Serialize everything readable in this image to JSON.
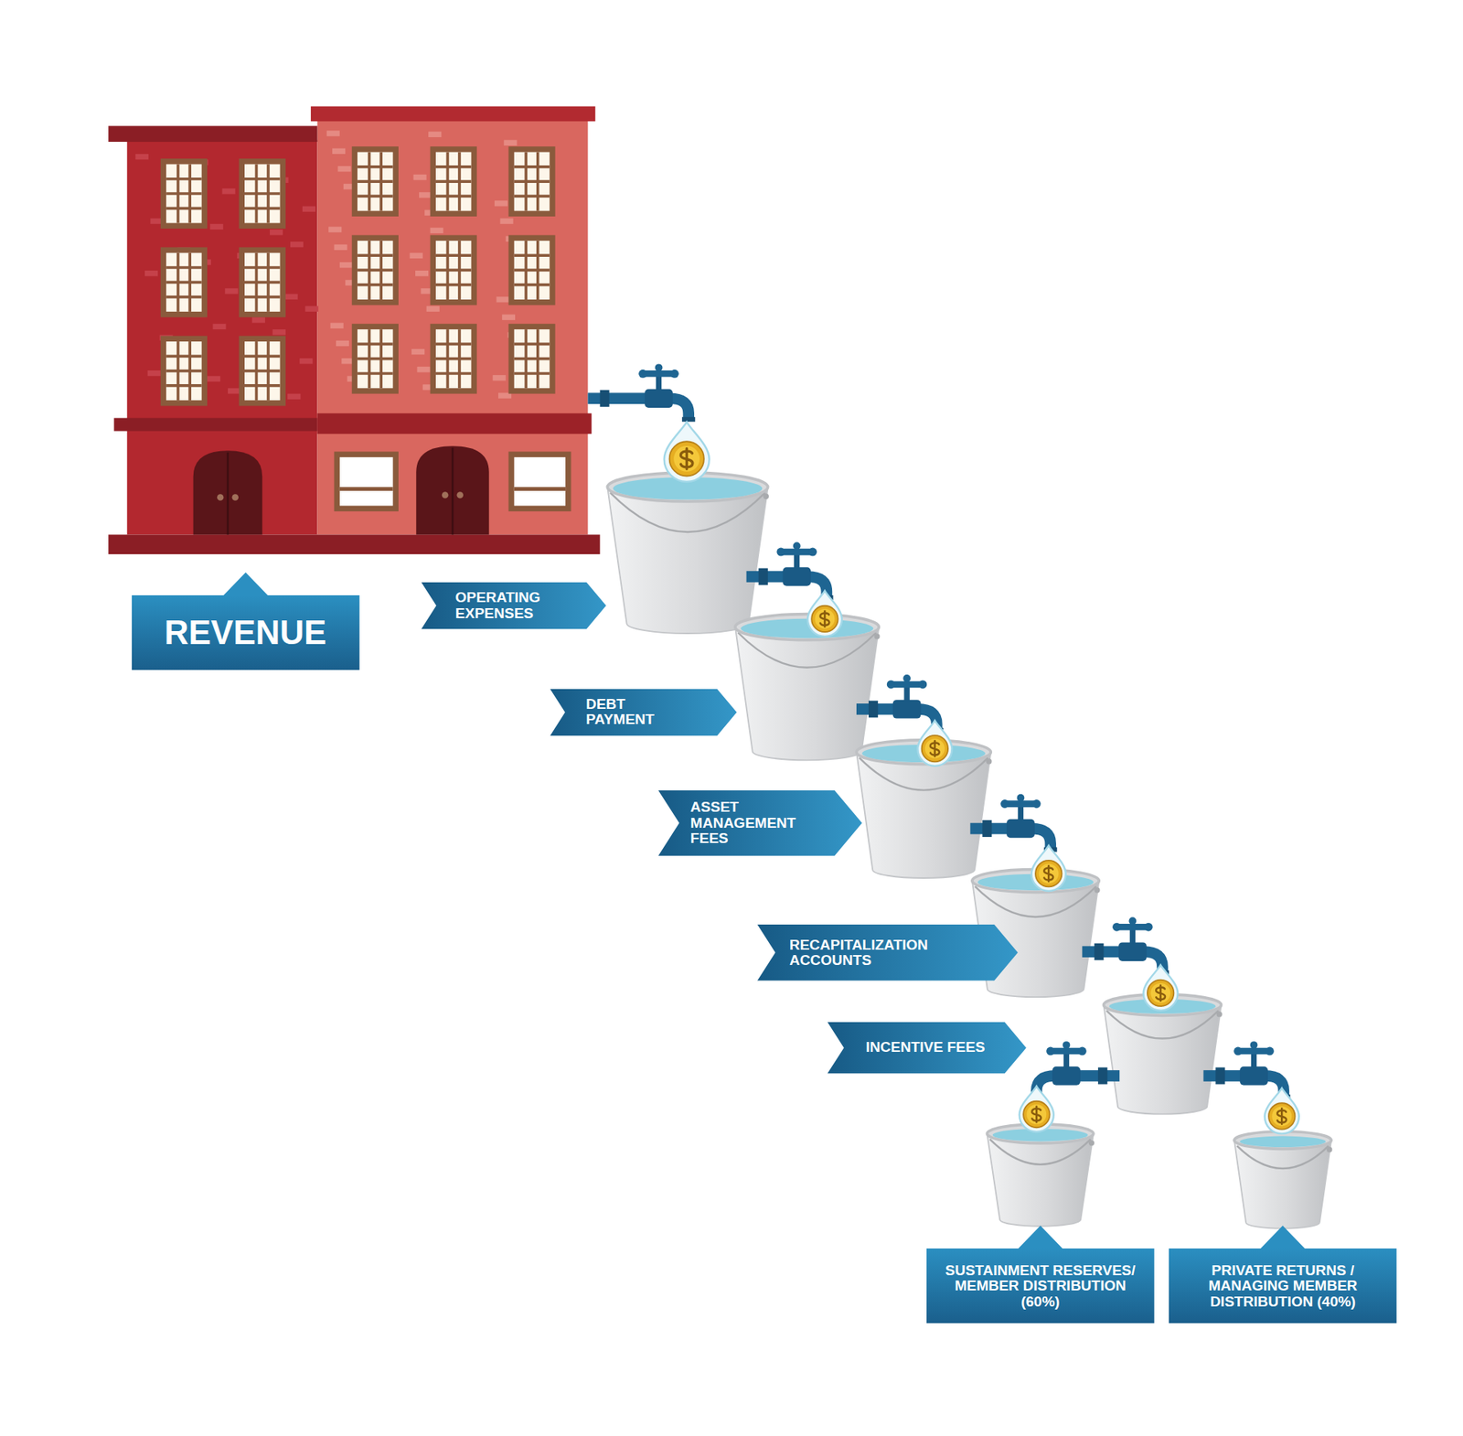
{
  "diagram": {
    "nodes": [
      {
        "text": [
          "REVENUE"
        ]
      },
      {
        "text": [
          "OPERATING EXPENSES"
        ]
      },
      {
        "text": [
          "DEBT PAYMENT"
        ]
      },
      {
        "text": [
          "ASSET MANAGEMENT FEES"
        ]
      },
      {
        "text": [
          "RECAPITALIZATION ACCOUNTS"
        ]
      },
      {
        "text": [
          "INCENTIVE FEES"
        ]
      },
      {
        "text": [
          "SUSTAINMENT RESERVES/ MEMBER DISTRIBUTION (60%)"
        ]
      },
      {
        "text": [
          "PRIVATE RETURNS / MANAGING MEMBER DISTRIBUTION (40%)"
        ]
      }
    ]
  }
}
